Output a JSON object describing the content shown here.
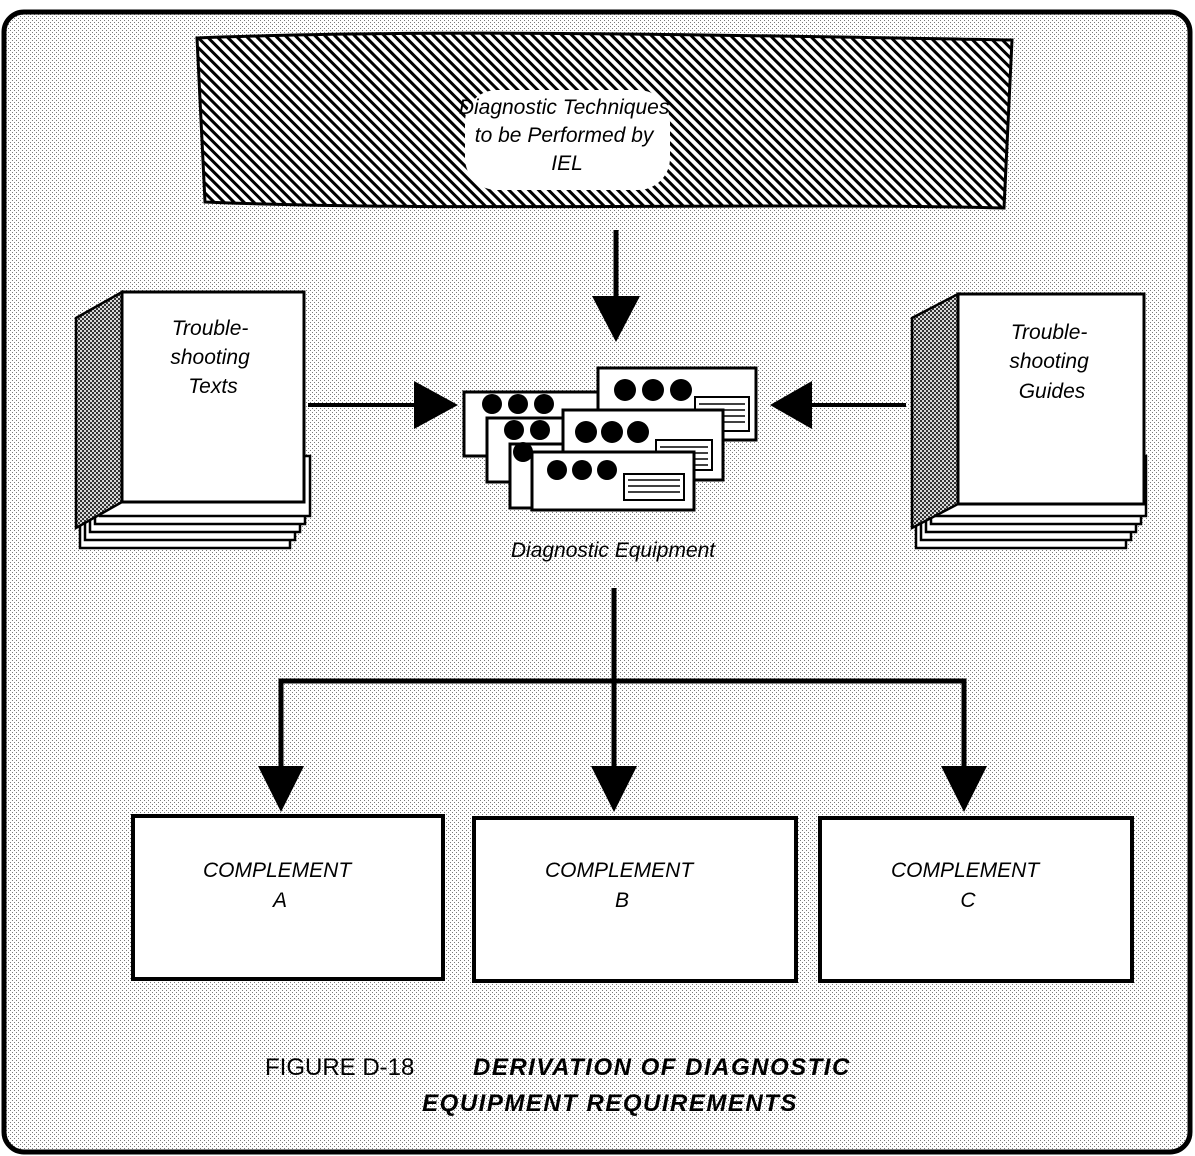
{
  "source": {
    "lines": [
      "Diagnostic Techniques",
      "to be Performed by",
      "IEL"
    ]
  },
  "left_book": {
    "lines": [
      "Trouble-",
      "shooting",
      "Texts"
    ]
  },
  "right_book": {
    "lines": [
      "Trouble-",
      "shooting",
      "Guides"
    ]
  },
  "equipment": {
    "label": "Diagnostic Equipment"
  },
  "complements": [
    {
      "name": "COMPLEMENT",
      "letter": "A"
    },
    {
      "name": "COMPLEMENT",
      "letter": "B"
    },
    {
      "name": "COMPLEMENT",
      "letter": "C"
    }
  ],
  "caption": {
    "number": "FIGURE D-18",
    "title_line1": "DERIVATION OF DIAGNOSTIC",
    "title_line2": "EQUIPMENT REQUIREMENTS"
  }
}
